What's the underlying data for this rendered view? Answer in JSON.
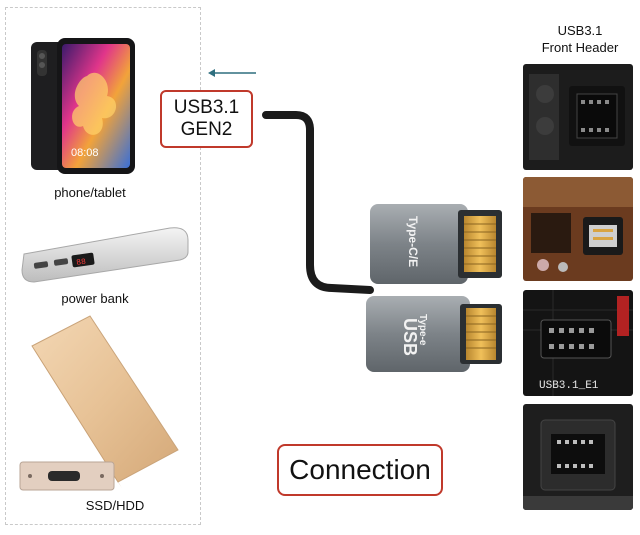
{
  "labels": {
    "usb_line1": "USB3.1",
    "usb_line2": "GEN2",
    "connection": "Connection",
    "header_line1": "USB3.1",
    "header_line2": "Front Header",
    "phone": "phone/tablet",
    "power_bank": "power bank",
    "ssd": "SSD/HDD",
    "adapter_top_print": "Type-C/E",
    "adapter_bottom_print1": "Type-e",
    "adapter_bottom_print2": "USB",
    "motherboard_print": "USB3.1_E1",
    "phone_clock": "08:08"
  },
  "colors": {
    "box_border": "#c0392b",
    "arrow": "#2f6f7f",
    "adapter_body": "#8a9095",
    "connector_gold": "#d9a441"
  }
}
